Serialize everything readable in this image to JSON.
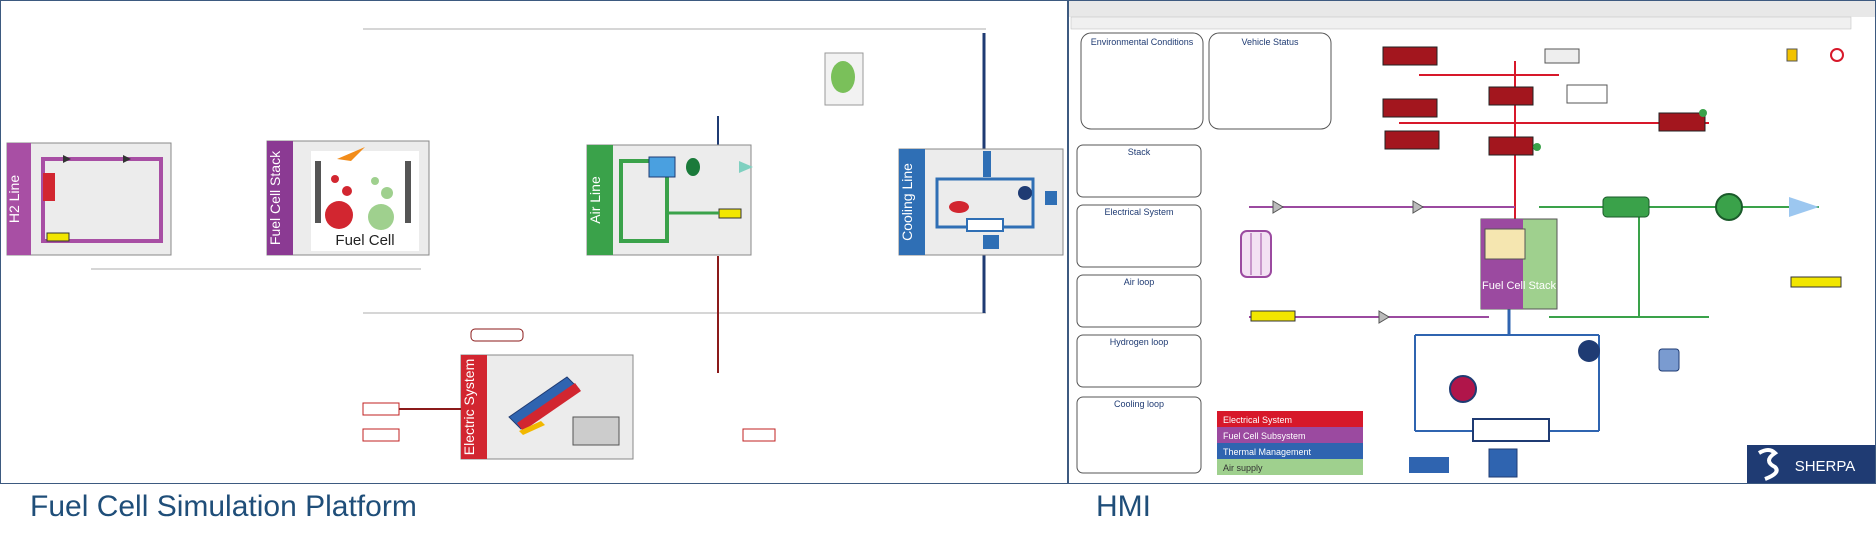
{
  "captions": {
    "left": "Fuel Cell Simulation Platform",
    "right": "HMI"
  },
  "left_blocks": {
    "h2": {
      "label": "H2 Line",
      "color": "#a84fa4"
    },
    "fuelcell": {
      "label": "Fuel Cell Stack",
      "color": "#8b3a93",
      "caption": "Fuel Cell"
    },
    "air": {
      "label": "Air Line",
      "color": "#3aa24a"
    },
    "cooling": {
      "label": "Cooling Line",
      "color": "#2f6fb5"
    },
    "electric": {
      "label": "Electric System",
      "color": "#d22630"
    }
  },
  "hmi": {
    "env_title": "Environmental Conditions",
    "vehicle_title": "Vehicle Status",
    "stack_title": "Stack",
    "electrical_title": "Electrical System",
    "airloop_title": "Air loop",
    "hydrogen_title": "Hydrogen loop",
    "cooling_title": "Cooling loop",
    "stack_label": "Fuel Cell Stack",
    "legend": [
      {
        "label": "Electrical System",
        "color": "#d7182a"
      },
      {
        "label": "Fuel Cell Subsystem",
        "color": "#9b4aa0"
      },
      {
        "label": "Thermal Management",
        "color": "#2f64b0"
      },
      {
        "label": "Air supply",
        "color": "#9fd08e"
      }
    ],
    "logo": "SHERPA"
  },
  "colors": {
    "frame": "#3d5a80",
    "caption": "#1f4e79"
  }
}
